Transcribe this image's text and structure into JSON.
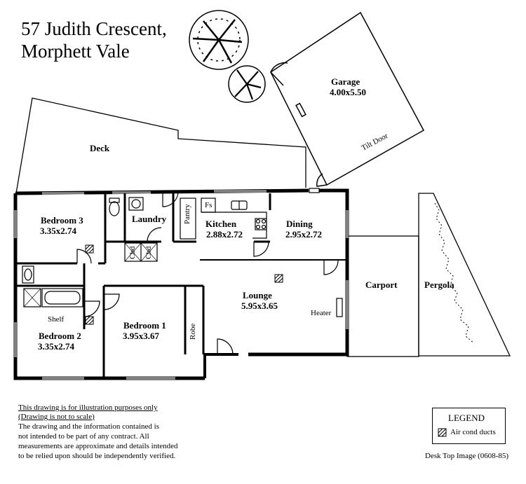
{
  "title": {
    "line1": "57 Judith Crescent,",
    "line2": "Morphett Vale"
  },
  "rooms": {
    "garage": {
      "label": "Garage",
      "dim": "4.00x5.50"
    },
    "tilt_door": "Tilt Door",
    "deck": "Deck",
    "bedroom3": {
      "label": "Bedroom 3",
      "dim": "3.35x2.74"
    },
    "laundry": "Laundry",
    "pantry": "Pantry",
    "fs": "Fs",
    "kitchen": {
      "label": "Kitchen",
      "dim": "2.88x2.72"
    },
    "dining": {
      "label": "Dining",
      "dim": "2.95x2.72"
    },
    "cbd1": "Cbd",
    "cbd2": "Cbd",
    "lounge": {
      "label": "Lounge",
      "dim": "5.95x3.65"
    },
    "heater": "Heater",
    "carport": "Carport",
    "pergola": "Pergola",
    "shelf": "Shelf",
    "bedroom2": {
      "label": "Bedroom 2",
      "dim": "3.35x2.74"
    },
    "bedroom1": {
      "label": "Bedroom 1",
      "dim": "3.95x3.67"
    },
    "robe": "Robe"
  },
  "disclaimer": {
    "line1": "This drawing is for illustration purposes only",
    "line2": "(Drawing is not to scale)",
    "line3": "The drawing and the information contained is",
    "line4": "not intended to be part of any contract.  All",
    "line5": "measurements are approximate and details intended",
    "line6": "to be relied upon should be independently verified."
  },
  "legend": {
    "title": "LEGEND",
    "item": "Air cond ducts"
  },
  "footer": "Desk Top Image (0608-85)"
}
